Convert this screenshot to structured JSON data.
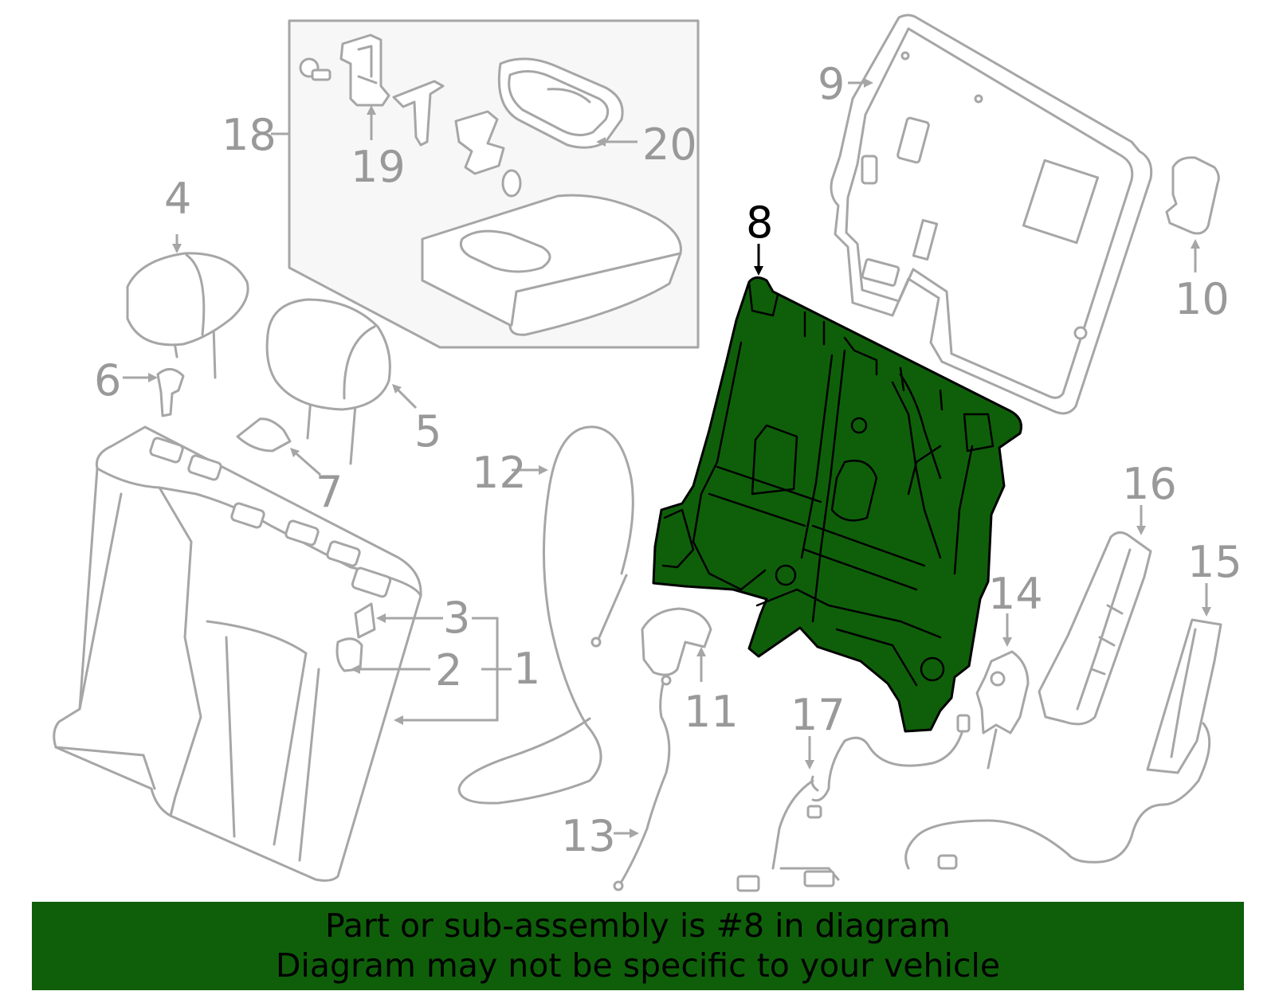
{
  "diagram": {
    "callouts": {
      "c1": "1",
      "c2": "2",
      "c3": "3",
      "c4": "4",
      "c5": "5",
      "c6": "6",
      "c7": "7",
      "c8": "8",
      "c9": "9",
      "c10": "10",
      "c11": "11",
      "c12": "12",
      "c13": "13",
      "c14": "14",
      "c15": "15",
      "c16": "16",
      "c17": "17",
      "c18": "18",
      "c19": "19",
      "c20": "20"
    },
    "highlighted_part": "8",
    "colors": {
      "highlight_fill": "#0f5f0a",
      "part_stroke": "#a6a6a6",
      "callout_text": "#999999"
    }
  },
  "banner": {
    "line1": "Part or sub-assembly is #8 in diagram",
    "line2": "Diagram may not be specific to your vehicle"
  }
}
